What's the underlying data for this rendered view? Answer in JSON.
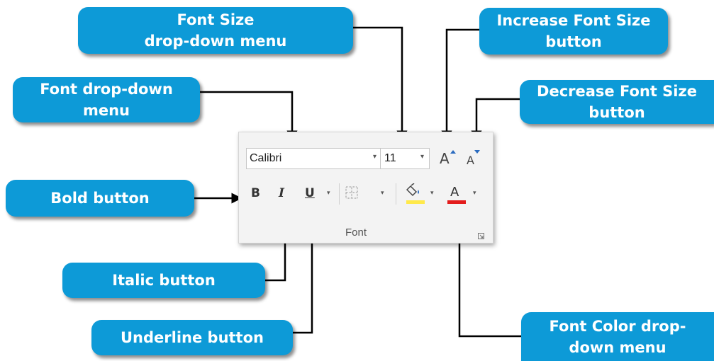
{
  "callouts": {
    "font_size": [
      "Font Size",
      "drop-down menu"
    ],
    "increase": [
      "Increase Font Size",
      "button"
    ],
    "font_menu": [
      "Font drop-down",
      "menu"
    ],
    "decrease": [
      "Decrease Font Size",
      "button"
    ],
    "bold": "Bold button",
    "italic": "Italic button",
    "underline": "Underline button",
    "font_color": [
      "Font Color drop-",
      "down menu"
    ]
  },
  "ribbon": {
    "font_value": "Calibri",
    "size_value": "11",
    "increase_glyph": "A",
    "decrease_glyph": "A",
    "bold_label": "B",
    "italic_label": "I",
    "underline_label": "U",
    "font_color_glyph": "A",
    "group_label": "Font",
    "dropdown_arrow": "▾"
  },
  "colors": {
    "callout_bg": "#0d9ad7",
    "fill_color_bar": "#ffe94a",
    "font_color_bar": "#e31c1c",
    "size_arrow_accent": "#2a6bbf"
  },
  "icons": {
    "border": "borders-icon",
    "fill": "paint-bucket-icon",
    "launcher": "dialog-launcher-icon"
  }
}
